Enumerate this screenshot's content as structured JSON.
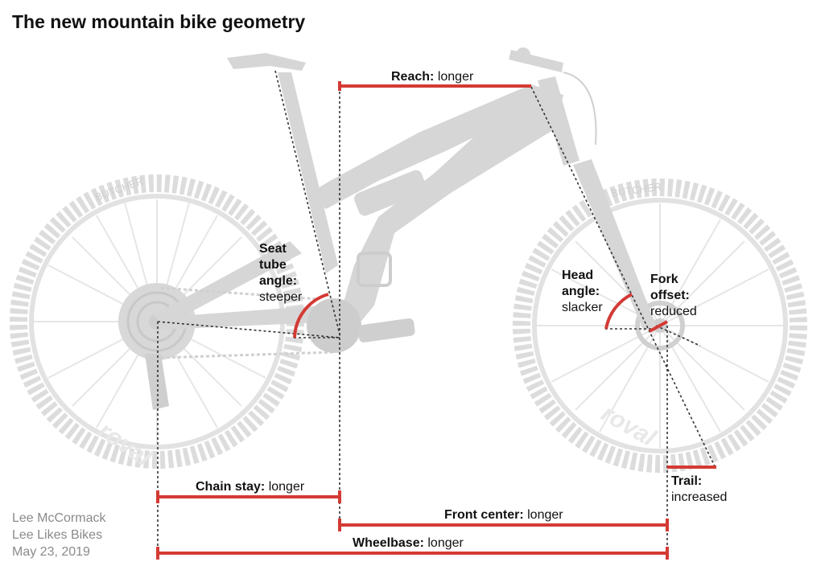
{
  "title": "The new mountain bike geometry",
  "accent_color": "#d43a34",
  "bike_color": "#d6d6d6",
  "dashed_line_color": "#333333",
  "tire_branding": [
    "BUTCHER",
    "roval"
  ],
  "labels": {
    "reach": {
      "term": "Reach:",
      "value": "longer"
    },
    "seat_tube_angle": {
      "term_line1": "Seat",
      "term_line2": "tube",
      "term_line3": "angle:",
      "value": "steeper"
    },
    "head_angle": {
      "term_line1": "Head",
      "term_line2": "angle:",
      "value": "slacker"
    },
    "fork_offset": {
      "term_line1": "Fork",
      "term_line2": "offset:",
      "value": "reduced"
    },
    "trail": {
      "term": "Trail:",
      "value": "increased"
    },
    "chain_stay": {
      "term": "Chain stay:",
      "value": "longer"
    },
    "front_center": {
      "term": "Front center:",
      "value": "longer"
    },
    "wheelbase": {
      "term": "Wheelbase:",
      "value": "longer"
    }
  },
  "credit": {
    "author": "Lee McCormack",
    "site": "Lee Likes Bikes",
    "date": "May 23, 2019"
  }
}
